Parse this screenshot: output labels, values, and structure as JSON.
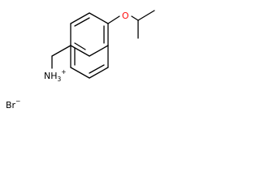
{
  "molecule": {
    "atoms": {
      "oxygen": {
        "symbol": "O",
        "color": "#ff0d0d"
      },
      "ammonium": {
        "symbol": "NH",
        "subscript": "3",
        "charge": "+"
      },
      "bromide": {
        "symbol": "Br",
        "charge": "−"
      }
    },
    "bond_color": "#000000"
  }
}
